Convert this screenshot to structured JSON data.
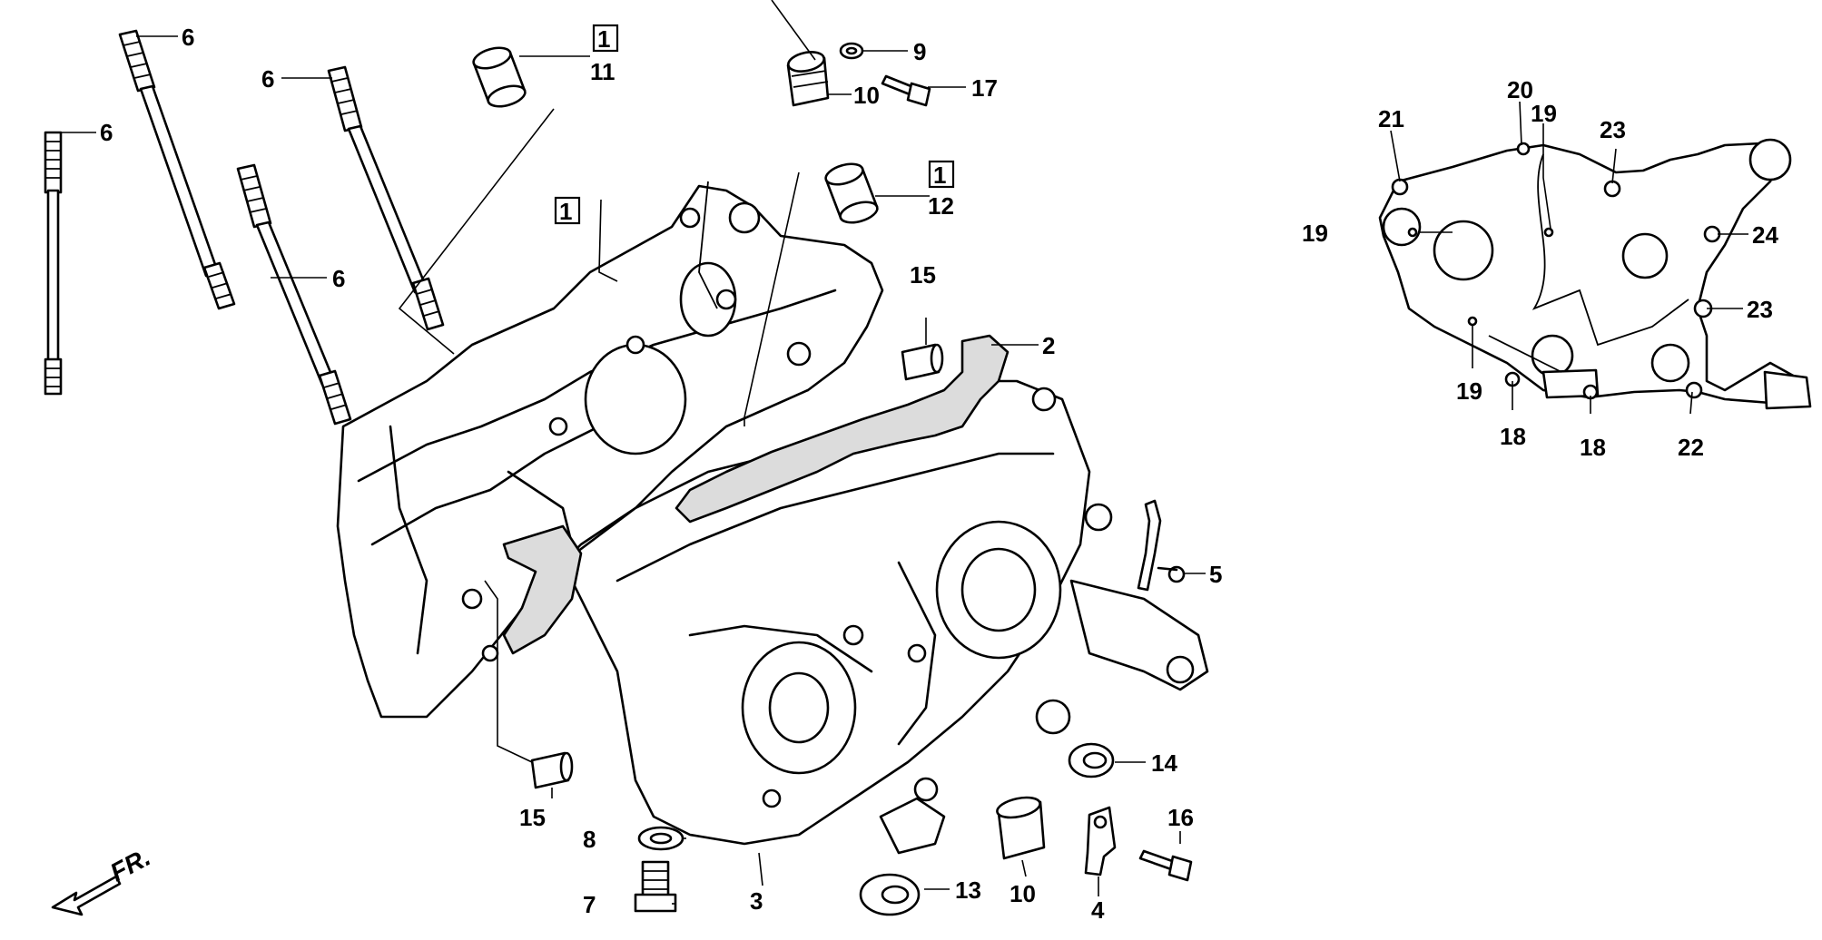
{
  "diagram": {
    "callouts": {
      "c_6a": "6",
      "c_6b": "6",
      "c_6c": "6",
      "c_6d": "6",
      "c_1a": "1",
      "c_1b": "1",
      "c_1c": "1",
      "c_11": "11",
      "c_12": "12",
      "c_9": "9",
      "c_10a": "10",
      "c_10b": "10",
      "c_17": "17",
      "c_15a": "15",
      "c_15b": "15",
      "c_2": "2",
      "c_3": "3",
      "c_4": "4",
      "c_5": "5",
      "c_7": "7",
      "c_8": "8",
      "c_13": "13",
      "c_14": "14",
      "c_16": "16",
      "c_18a": "18",
      "c_18b": "18",
      "c_19a": "19",
      "c_19b": "19",
      "c_19c": "19",
      "c_20": "20",
      "c_21": "21",
      "c_22": "22",
      "c_23a": "23",
      "c_23b": "23",
      "c_24": "24"
    },
    "front_arrow": {
      "label": "FR."
    }
  }
}
